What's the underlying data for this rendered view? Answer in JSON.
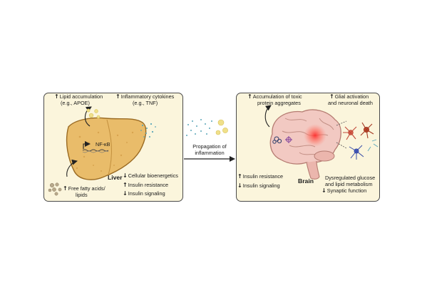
{
  "arrow_up": "↑",
  "arrow_down": "↓",
  "liver": {
    "organ_label": "Liver",
    "lipid_line1": "Lipid accumulation",
    "lipid_line2": "(e.g., APOE)",
    "cytokines_line1": "Inflammatory cytokines",
    "cytokines_line2": "(e.g., TNF)",
    "nfkb": "NF-κB",
    "ffa_line1": "Free fatty acids/",
    "ffa_line2": "lipids",
    "effect1": "Cellular bioenergetics",
    "effect2": "Insulin resistance",
    "effect3": "Insulin signaling"
  },
  "propagation": {
    "line1": "Propagation of",
    "line2": "inflammation"
  },
  "brain": {
    "organ_label": "Brain",
    "toxic_line1": "Accumulation of toxic",
    "toxic_line2": "protein aggregates",
    "glial_line1": "Glial activation",
    "glial_line2": "and neuronal death",
    "insulin1": "Insulin resistance",
    "insulin2": "Insulin signaling",
    "metab_line1": "Dysregulated glucose",
    "metab_line2": "and lipid metabolism",
    "synaptic": "Synaptic function"
  },
  "colors": {
    "panel_fill": "#fbf5dc",
    "liver_fill": "#e9bc6a",
    "brain_fill": "#f2c9c2",
    "cytokine_dots": "#5aa6b8",
    "lipid_droplet": "#f0e08a",
    "inflammation_glow": "#ff3b3b"
  }
}
